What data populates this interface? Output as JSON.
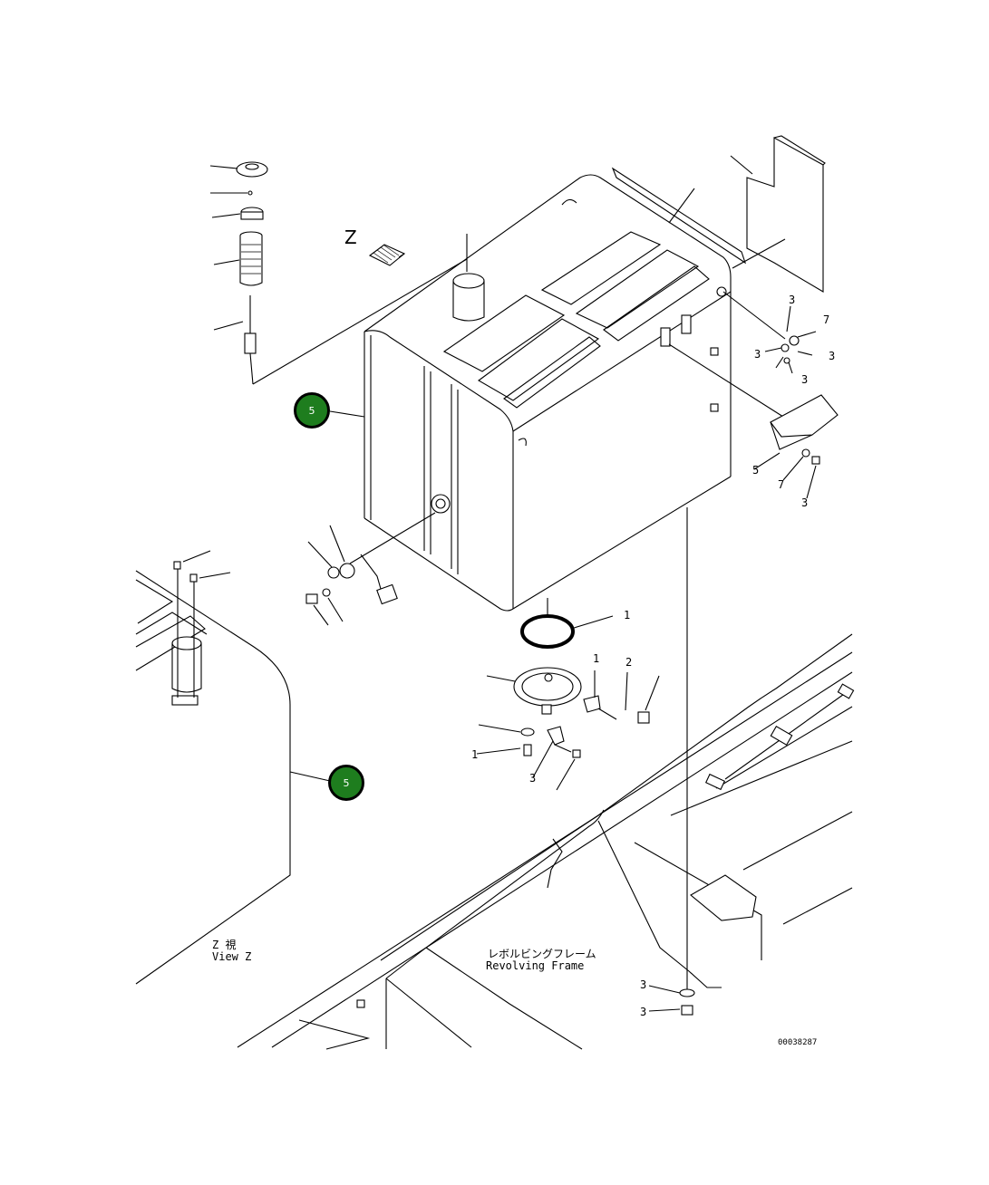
{
  "diagram": {
    "document_id": "00038287",
    "view_direction_letter": "Z",
    "view_label_jp": "Z 視",
    "view_label_en": "View Z",
    "frame_label_jp": "レボルビングフレーム",
    "frame_label_en": "Revolving Frame",
    "callouts": [
      {
        "number": "5",
        "color": "#1e7d1e"
      },
      {
        "number": "5",
        "color": "#1e7d1e"
      }
    ],
    "small_refs": [
      "3",
      "7",
      "3",
      "3",
      "3",
      "5",
      "7",
      "3",
      "1",
      "1",
      "2",
      "1",
      "3",
      "3",
      "3"
    ]
  }
}
